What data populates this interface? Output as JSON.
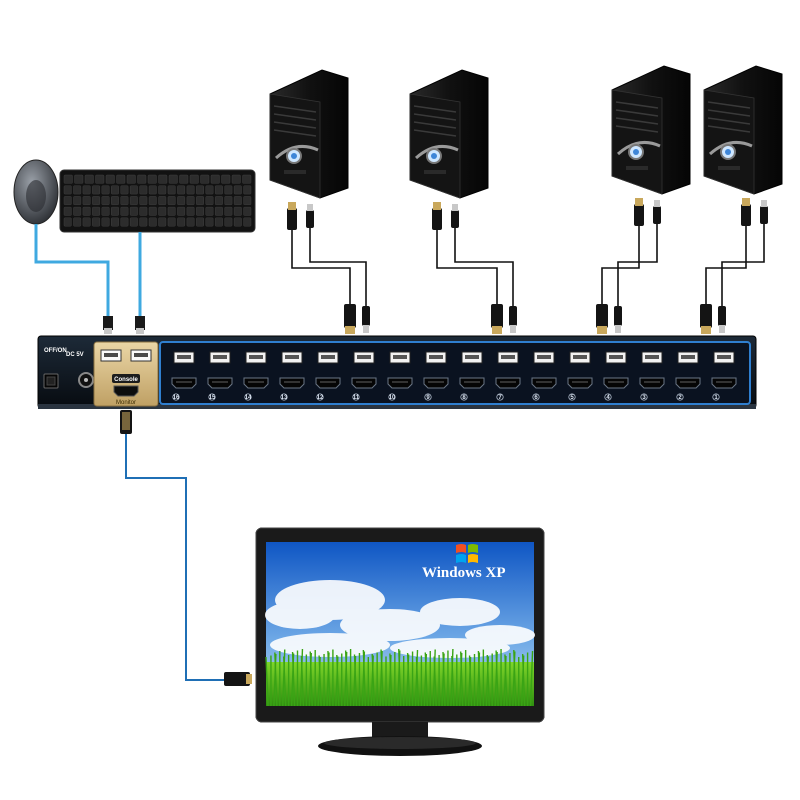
{
  "kvm": {
    "power_label": "OFF/ON",
    "dc_label": "DC 5V",
    "console_label": "Console",
    "monitor_label": "Monitor",
    "port_count": 16,
    "port_numbers": [
      "16",
      "15",
      "14",
      "13",
      "12",
      "11",
      "10",
      "9",
      "8",
      "7",
      "6",
      "5",
      "4",
      "3",
      "2",
      "1"
    ]
  },
  "computers": {
    "count": 4
  },
  "monitor": {
    "screen_text": "Windows XP"
  },
  "colors": {
    "cable_usb": "#3fa9e0",
    "cable_video": "#1f6fb5",
    "cable_black": "#111111",
    "kvm_body": "#0e1620",
    "kvm_accent": "#2f7fd0",
    "console_panel": "#d9c08a"
  },
  "icons": [
    "mouse-icon",
    "keyboard-icon",
    "computer-tower-icon",
    "lcd-monitor-icon",
    "windows-logo-icon",
    "usb-port-icon",
    "hdmi-port-icon"
  ]
}
